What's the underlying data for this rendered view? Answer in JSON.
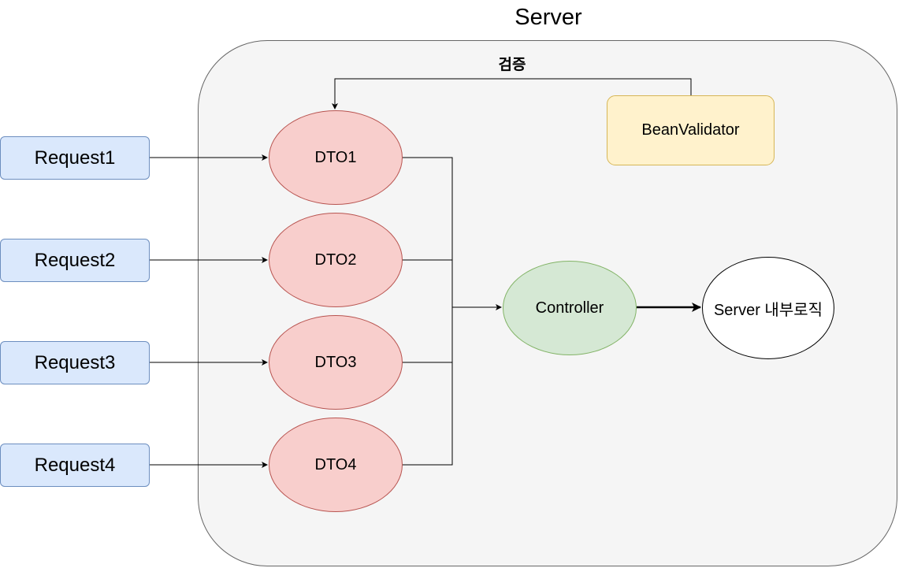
{
  "server": {
    "title": "Server"
  },
  "validation_label": "검증",
  "requests": [
    "Request1",
    "Request2",
    "Request3",
    "Request4"
  ],
  "dtos": [
    "DTO1",
    "DTO2",
    "DTO3",
    "DTO4"
  ],
  "validator": "BeanValidator",
  "controller": "Controller",
  "logic": "Server 내부로직",
  "colors": {
    "request_fill": "#dae8fc",
    "request_stroke": "#6c8ebf",
    "dto_fill": "#f8cecc",
    "dto_stroke": "#b85450",
    "validator_fill": "#fff2cc",
    "validator_stroke": "#d6b656",
    "controller_fill": "#d5e8d4",
    "controller_stroke": "#82b366",
    "server_fill": "#f5f5f5"
  }
}
